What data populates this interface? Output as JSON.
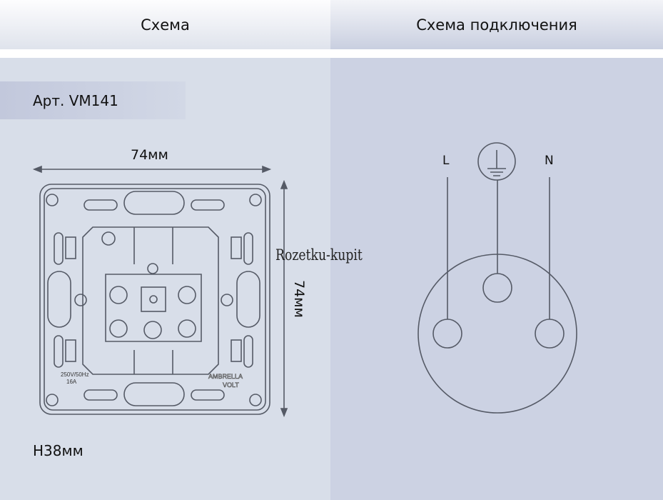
{
  "header": {
    "left_title": "Схема",
    "right_title": "Схема подключения"
  },
  "left": {
    "article": "Арт. VM141",
    "width_dim": "74мм",
    "height_dim": "74мм",
    "depth_dim": "H38мм",
    "device_labels": {
      "rating": "250V/50Hz",
      "current": "16A",
      "brand_line1": "AMBRELLA",
      "brand_line2": "VOLT"
    }
  },
  "watermark": "Rozetku-kupit",
  "wiring": {
    "phase": "L",
    "neutral": "N",
    "earth_icon": "ground-icon"
  },
  "colors": {
    "left_panel": "#d8dee9",
    "right_panel": "#ccd2e3",
    "line": "#555a66"
  }
}
